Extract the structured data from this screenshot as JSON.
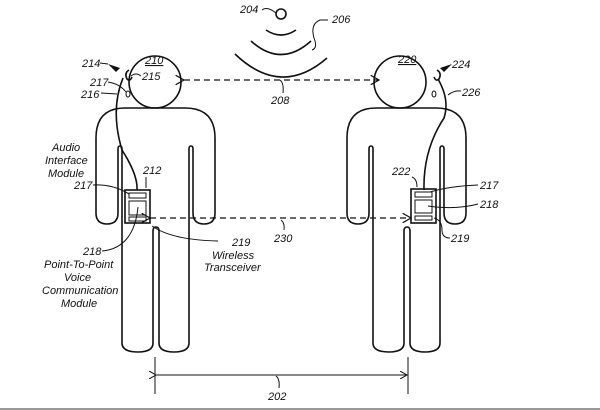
{
  "labels": {
    "system": "202",
    "source": "204",
    "signal": "206",
    "voice_link": "208",
    "user1": "210",
    "device1": "212",
    "earpiece1": "214",
    "speaker1": "215",
    "cable1": "216",
    "audio_module1": "217",
    "p2p_module1": "218",
    "transceiver1": "219",
    "user2": "220",
    "device2": "222",
    "earpiece2": "224",
    "cable2": "226",
    "audio_module2": "217",
    "p2p_module2": "218",
    "transceiver2": "219",
    "data_link": "230",
    "mic1": "217"
  },
  "captions": {
    "audio_interface": [
      "Audio",
      "Interface",
      "Module"
    ],
    "p2p": [
      "Point-To-Point",
      "Voice",
      "Communication",
      "Module"
    ],
    "wireless": [
      "Wireless",
      "Transceiver"
    ]
  }
}
